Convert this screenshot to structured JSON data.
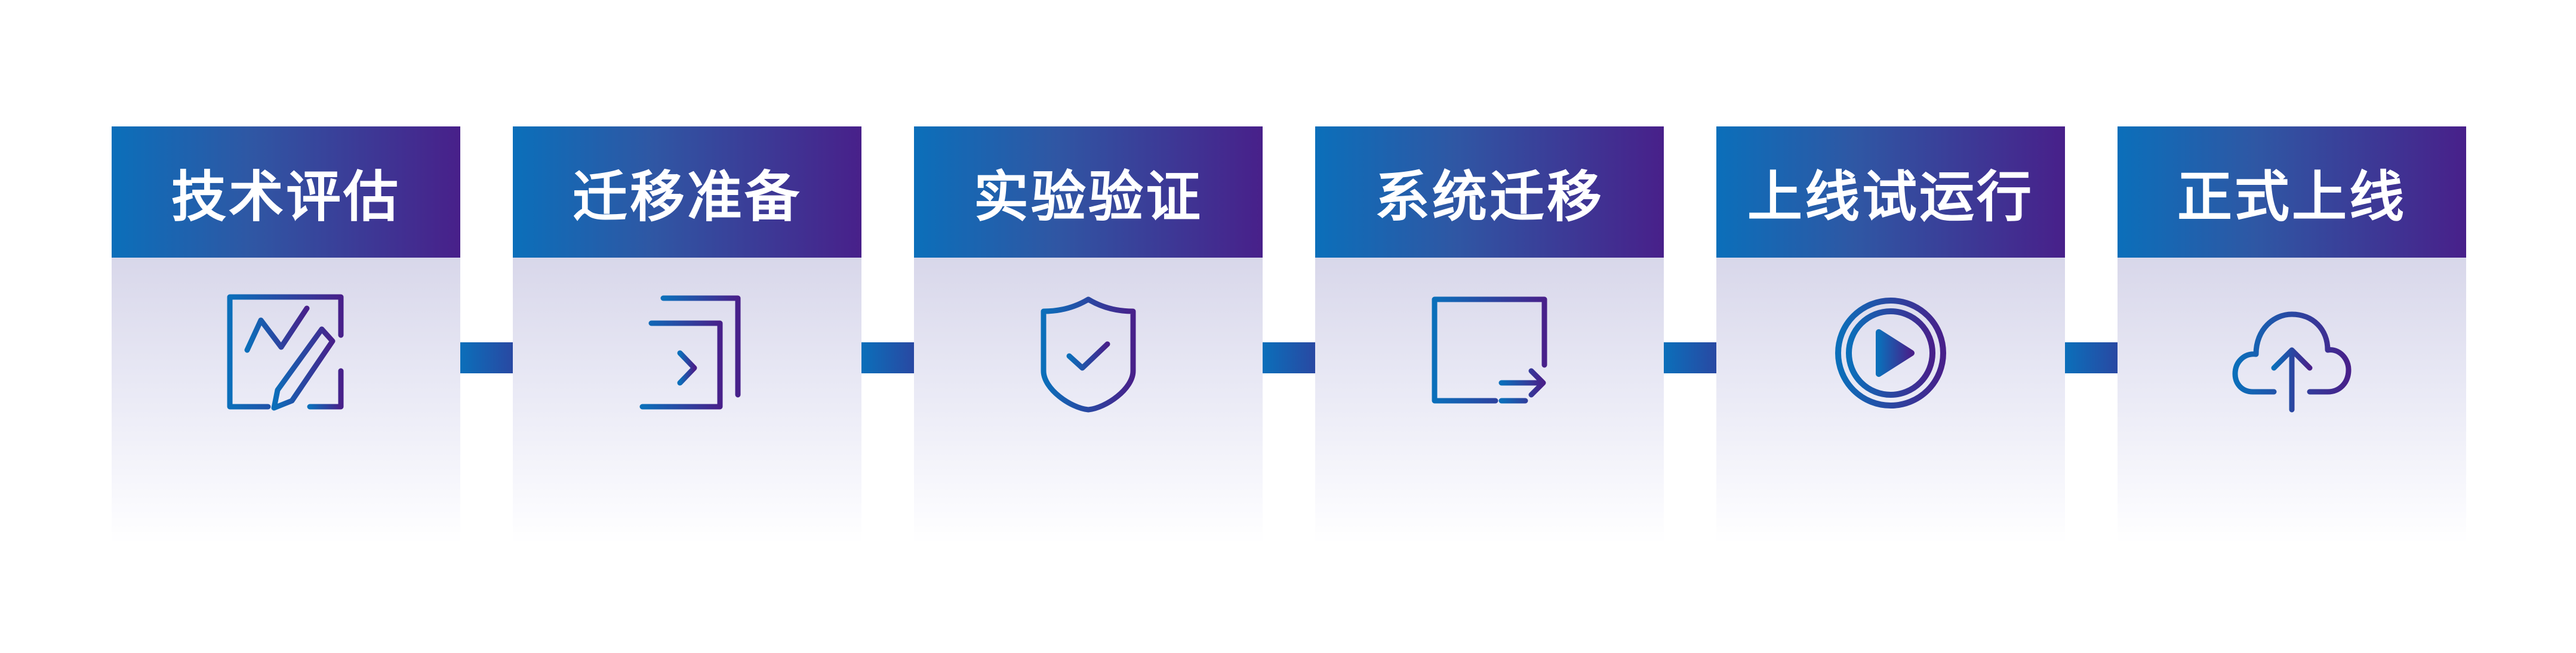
{
  "steps": [
    {
      "label": "技术评估",
      "icon": "chart-edit-icon"
    },
    {
      "label": "迁移准备",
      "icon": "import-icon"
    },
    {
      "label": "实验验证",
      "icon": "shield-check-icon"
    },
    {
      "label": "系统迁移",
      "icon": "window-transfer-icon"
    },
    {
      "label": "上线试运行",
      "icon": "play-circle-icon"
    },
    {
      "label": "正式上线",
      "icon": "cloud-upload-icon"
    }
  ],
  "colors": {
    "start": "#0b6fba",
    "end": "#48208a",
    "body_top": "#d8d7ea"
  }
}
